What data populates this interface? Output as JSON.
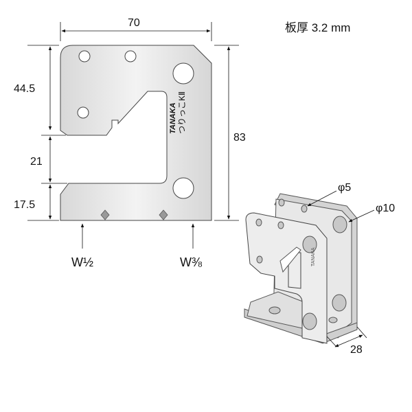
{
  "spec": {
    "thickness": "板厚 3.2 mm"
  },
  "dimensions": {
    "width": "70",
    "height": "83",
    "top_section": "44.5",
    "slot": "21",
    "bottom_section": "17.5",
    "depth": "28"
  },
  "holes": {
    "small": "φ5",
    "large": "φ10"
  },
  "markers": {
    "left": "W½",
    "right": "W⅜"
  },
  "brand": {
    "logo": "TANAKA",
    "product": "つりっこKⅡ"
  },
  "colors": {
    "plate": "#e4e4e4",
    "line": "#333333"
  }
}
